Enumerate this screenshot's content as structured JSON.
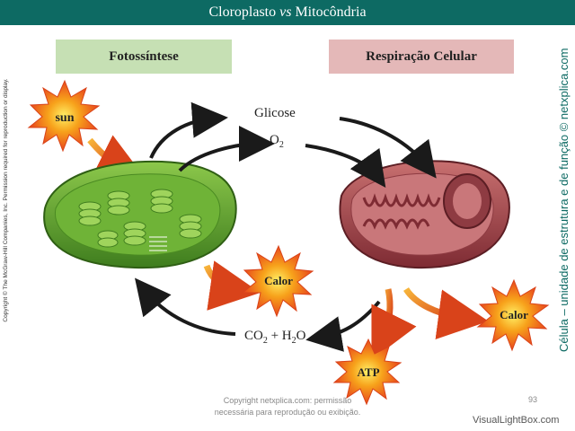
{
  "title_main": "Cloroplasto ",
  "title_vs": "vs",
  "title_end": " Mitocôndria",
  "left_heading": "Fotossíntese",
  "right_heading": "Respiração Celular",
  "copyright_side": "Copyright © The McGraw-Hill Companies, Inc. Permission required for reproduction or display.",
  "side_caption": "Célula – unidade de estrutura e de função © netxplica.com",
  "glucose": "Glicose",
  "o2_base": "O",
  "o2_sub": "2",
  "co2_c": "CO",
  "co2_sub": "2",
  "h2o_mid": " + H",
  "h2o_sub": "2",
  "h2o_end": "O",
  "sun_label": "sun",
  "heat_label": "Calor",
  "atp_label": "ATP",
  "footer_line1": "Copyright netxplica.com: permissão",
  "footer_line2": "necessária para reprodução ou exibição.",
  "page_number": "93",
  "watermark": "VisualLightBox.com",
  "colors": {
    "header": "#0d6a63",
    "photosynthesis_box": "#c6e0b4",
    "respiration_box": "#e4b8b8",
    "chloroplast": "#5aa02c",
    "mitochondrion": "#a5444c",
    "burst": "#e8481c",
    "burst_core": "#f7a21b"
  }
}
